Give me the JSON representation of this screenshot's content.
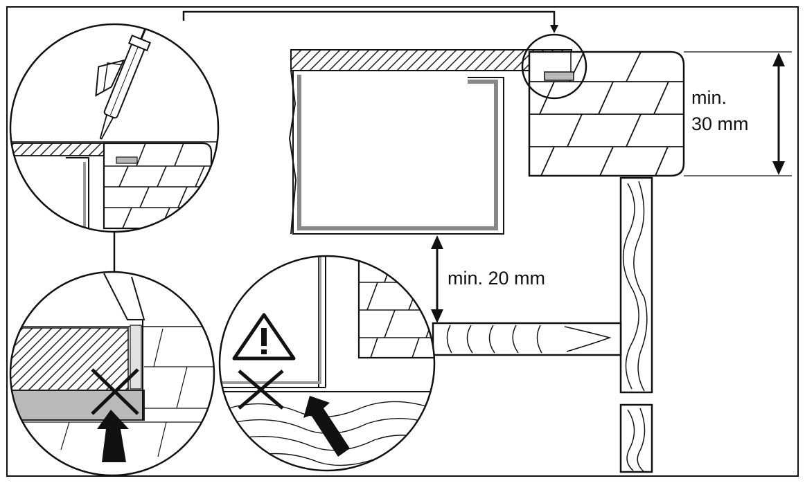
{
  "labels": {
    "min_height": [
      "min.",
      "30 mm"
    ],
    "min_gap": "min. 20 mm"
  },
  "symbols": {
    "warning": "warning-triangle-icon",
    "no_sealant_mark": "cross-mark-icon",
    "pointer": "arrow-icon"
  },
  "colors": {
    "line": "#111111",
    "seal_grey": "#b9b9b9",
    "background": "#ffffff"
  }
}
